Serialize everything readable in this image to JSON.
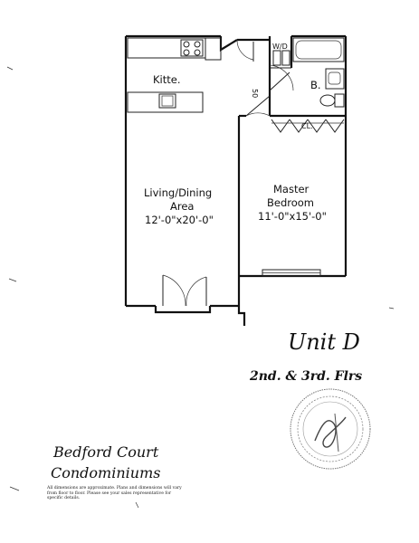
{
  "floor_plan": {
    "rooms": {
      "kitchen": "Kitte.",
      "living_line1": "Living/Dining",
      "living_line2": "Area",
      "living_size": "12'-0\"x20'-0\"",
      "bedroom_line1": "Master",
      "bedroom_line2": "Bedroom",
      "bedroom_size": "11'-0\"x15'-0\"",
      "bath": "B.",
      "closet": "CL.",
      "washer_dryer": "W/D",
      "closet_small": "50"
    }
  },
  "unit": {
    "title": "Unit D",
    "floors": "2nd. & 3rd. Flrs"
  },
  "branding": {
    "line1": "Bedford Court",
    "line2": "Condominiums"
  },
  "disclaimer": "All dimensions are approximate. Plans and dimensions will vary from floor to floor. Please see your sales representative for specific details."
}
